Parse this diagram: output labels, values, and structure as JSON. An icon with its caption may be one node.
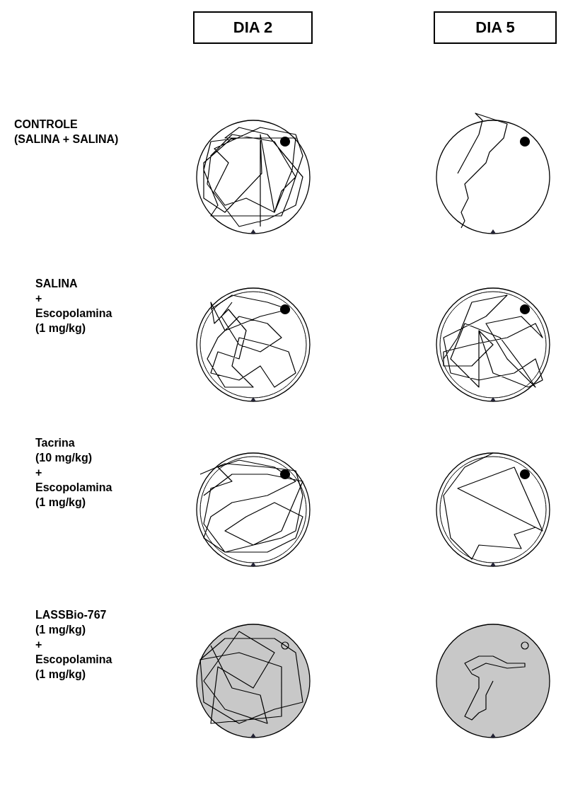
{
  "diagram": {
    "nodes": [
      {
        "text": [
          "DIA 2"
        ]
      },
      {
        "text": [
          "DIA 5"
        ]
      }
    ],
    "labels": [
      "CONTROLE",
      "(SALINA + SALINA)",
      "SALINA",
      "+",
      "Escopolamina",
      "(1 mg/kg)",
      "Tacrina",
      "(10 mg/kg)",
      "+",
      "Escopolamina",
      "(1 mg/kg)",
      "LASSBio-767",
      "(1 mg/kg)",
      "+",
      "Escopolamina",
      "(1 mg/kg)"
    ]
  }
}
